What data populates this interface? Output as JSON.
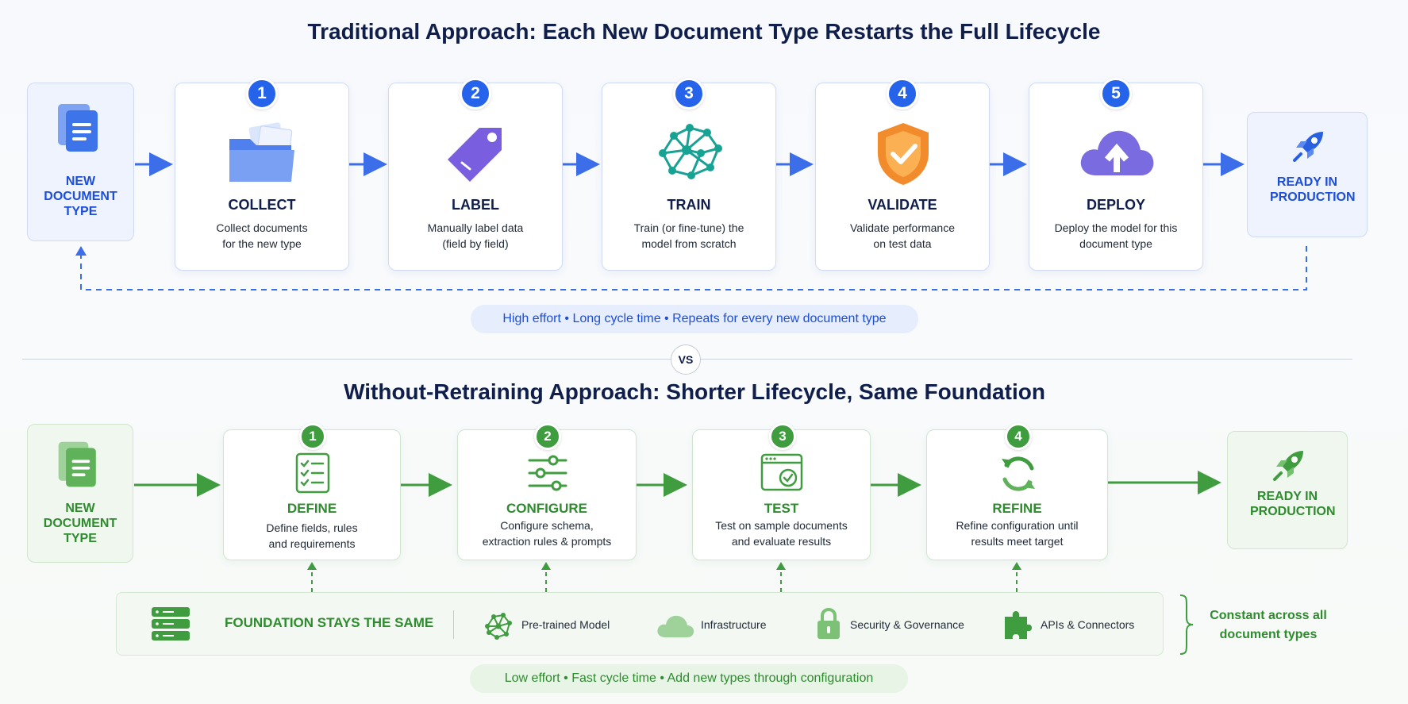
{
  "traditional": {
    "title": "Traditional Approach: Each New Document Type Restarts the Full Lifecycle",
    "start_label": "NEW DOCUMENT TYPE",
    "steps": [
      {
        "num": "1",
        "label": "COLLECT",
        "desc": "Collect documents for the new type",
        "icon": "folder-icon"
      },
      {
        "num": "2",
        "label": "LABEL",
        "desc": "Manually label data (field by field)",
        "icon": "tag-icon"
      },
      {
        "num": "3",
        "label": "TRAIN",
        "desc": "Train (or fine-tune) the model from scratch",
        "icon": "neural-brain-icon"
      },
      {
        "num": "4",
        "label": "VALIDATE",
        "desc": "Validate performance on test data",
        "icon": "shield-check-icon"
      },
      {
        "num": "5",
        "label": "DEPLOY",
        "desc": "Deploy the model for this document type",
        "icon": "cloud-upload-icon"
      }
    ],
    "end_label": "READY IN PRODUCTION",
    "summary": "High effort • Long cycle time • Repeats for every new document type"
  },
  "vs_label": "VS",
  "retraining": {
    "title": "Without-Retraining Approach: Shorter Lifecycle, Same Foundation",
    "start_label": "NEW DOCUMENT TYPE",
    "steps": [
      {
        "num": "1",
        "label": "DEFINE",
        "desc": "Define fields, rules and requirements",
        "icon": "checklist-icon"
      },
      {
        "num": "2",
        "label": "CONFIGURE",
        "desc": "Configure schema, extraction rules & prompts",
        "icon": "sliders-icon"
      },
      {
        "num": "3",
        "label": "TEST",
        "desc": "Test on sample documents and evaluate results",
        "icon": "browser-check-icon"
      },
      {
        "num": "4",
        "label": "REFINE",
        "desc": "Refine configuration until results meet target",
        "icon": "refresh-icon"
      }
    ],
    "end_label": "READY IN PRODUCTION",
    "foundation": {
      "title": "FOUNDATION STAYS THE SAME",
      "items": [
        {
          "label": "Pre-trained Model",
          "icon": "brain-icon"
        },
        {
          "label": "Infrastructure",
          "icon": "cloud-icon"
        },
        {
          "label": "Security & Governance",
          "icon": "lock-icon"
        },
        {
          "label": "APIs & Connectors",
          "icon": "puzzle-icon"
        }
      ],
      "note": "Constant across all document types"
    },
    "summary": "Low effort • Fast cycle time • Add new types through configuration"
  },
  "colors": {
    "blue": "#2563eb",
    "green": "#3f9c3f"
  }
}
